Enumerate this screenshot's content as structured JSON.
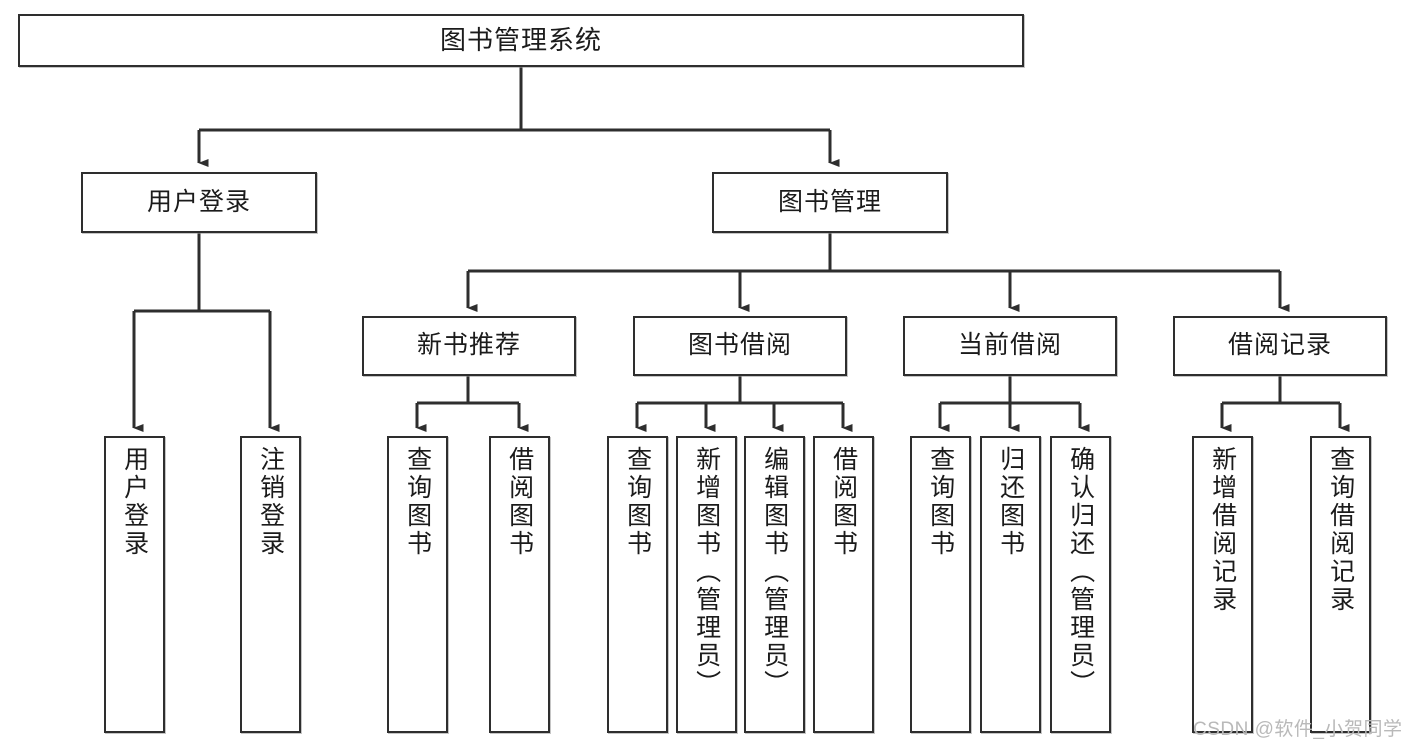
{
  "diagram": {
    "title": "图书管理系统",
    "watermark": "CSDN @软件_小贺同学",
    "nodes": {
      "root": {
        "label": "图书管理系统"
      },
      "tier1": [
        {
          "label": "用户登录"
        },
        {
          "label": "图书管理"
        }
      ],
      "tier2": [
        {
          "label": "新书推荐"
        },
        {
          "label": "图书借阅"
        },
        {
          "label": "当前借阅"
        },
        {
          "label": "借阅记录"
        }
      ],
      "leaves": [
        {
          "label": "用户登录"
        },
        {
          "label": "注销登录"
        },
        {
          "label": "查询图书"
        },
        {
          "label": "借阅图书"
        },
        {
          "label": "查询图书"
        },
        {
          "label": "新增图书（管理员）"
        },
        {
          "label": "编辑图书（管理员）"
        },
        {
          "label": "借阅图书"
        },
        {
          "label": "查询图书"
        },
        {
          "label": "归还图书"
        },
        {
          "label": "确认归还（管理员）"
        },
        {
          "label": "新增借阅记录"
        },
        {
          "label": "查询借阅记录"
        }
      ]
    },
    "colors": {
      "border": "#2e2e2e",
      "text": "#1b1b1b",
      "background": "#ffffff",
      "watermark": "#b9b9b9"
    }
  }
}
